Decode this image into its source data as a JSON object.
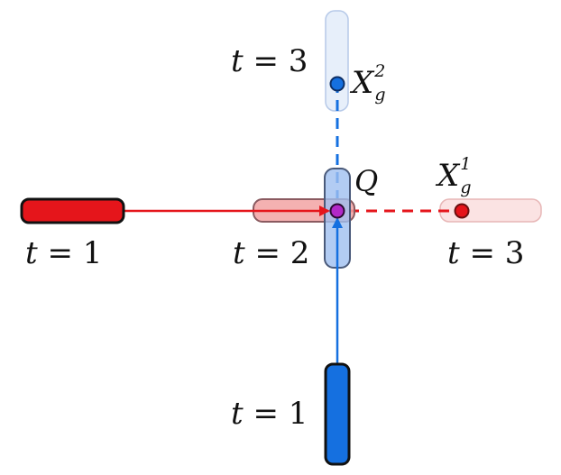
{
  "colors": {
    "red": "#e5151b",
    "red_dark": "#b01010",
    "blue": "#1570e0",
    "blue_dark": "#0b4fb0",
    "red_light": "#fbe3e3",
    "red_mid": "#f2a3a3",
    "blue_light": "#e7effa",
    "blue_mid": "#9fbff0",
    "purple": "#b229c8"
  },
  "labels": {
    "red_t1": {
      "var": "t",
      "eq": " = 1"
    },
    "red_t2": {
      "var": "t",
      "eq": " = 2"
    },
    "red_t3": {
      "var": "t",
      "eq": " = 3"
    },
    "blue_t1": {
      "var": "t",
      "eq": " = 1"
    },
    "blue_t3": {
      "var": "t",
      "eq": " = 3"
    },
    "x1": {
      "base": "X",
      "sup": "1",
      "sub": "g"
    },
    "x2": {
      "base": "X",
      "sup": "2",
      "sub": "g"
    },
    "q": "Q"
  }
}
